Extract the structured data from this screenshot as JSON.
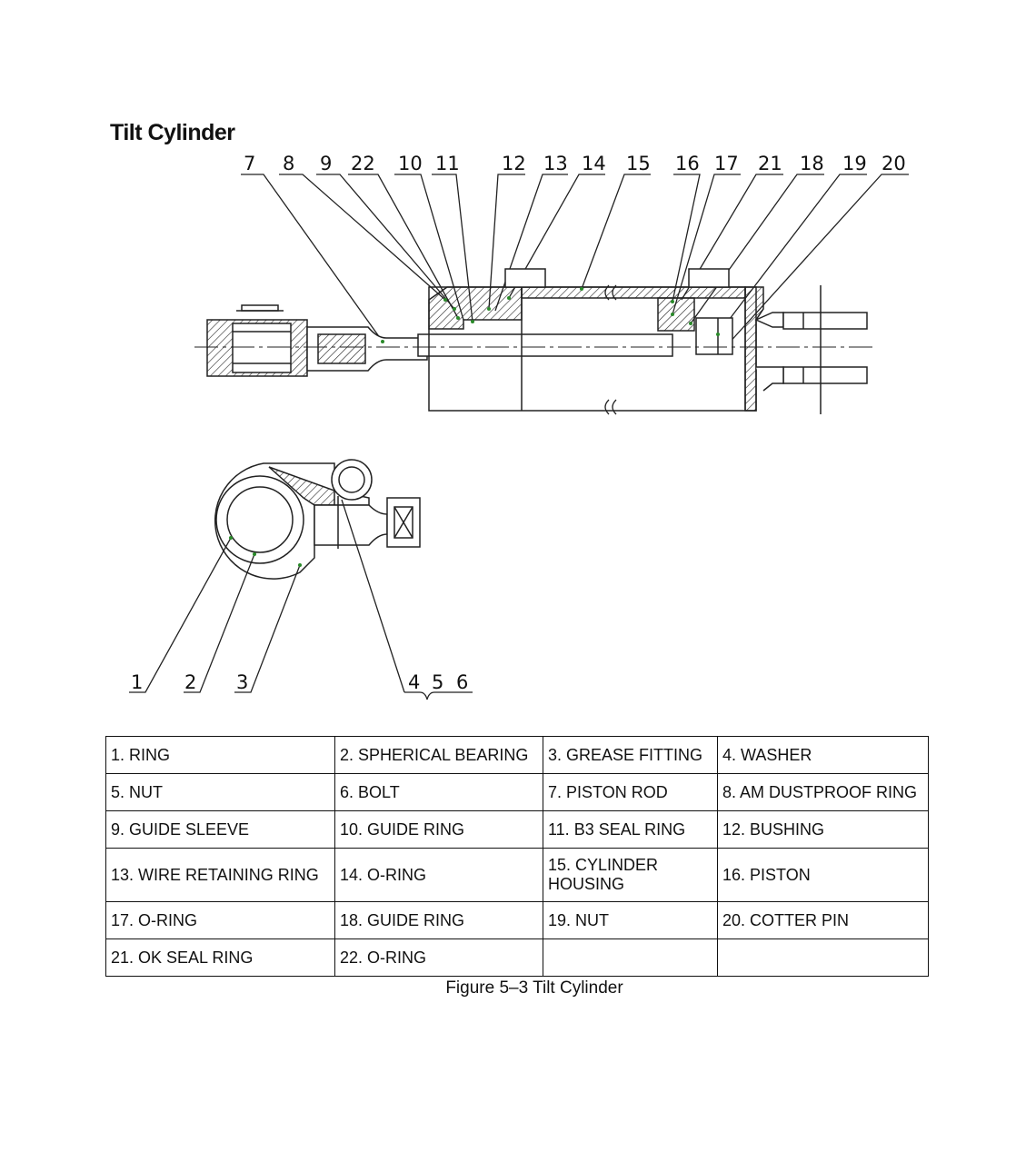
{
  "title": "Tilt Cylinder",
  "top_callouts": [
    "7",
    "8",
    "9",
    "22",
    "10",
    "11",
    "12",
    "13",
    "14",
    "15",
    "16",
    "17",
    "21",
    "18",
    "19",
    "20"
  ],
  "bottom_callouts": [
    "1",
    "2",
    "3",
    "4",
    "5",
    "6"
  ],
  "parts_table": [
    [
      "1. RING",
      "2. SPHERICAL BEARING",
      "3. GREASE FITTING",
      "4. WASHER"
    ],
    [
      "5. NUT",
      "6. BOLT",
      "7. PISTON ROD",
      "8. AM DUSTPROOF RING"
    ],
    [
      "9. GUIDE SLEEVE",
      "10. GUIDE RING",
      "11. B3 SEAL RING",
      "12. BUSHING"
    ],
    [
      "13. WIRE RETAINING RING",
      "14. O-RING",
      "15. CYLINDER HOUSING",
      "16. PISTON"
    ],
    [
      "17. O-RING",
      "18. GUIDE RING",
      "19. NUT",
      "20. COTTER PIN"
    ],
    [
      "21. OK SEAL RING",
      "22. O-RING",
      "",
      ""
    ]
  ],
  "caption": "Figure 5–3 Tilt Cylinder"
}
